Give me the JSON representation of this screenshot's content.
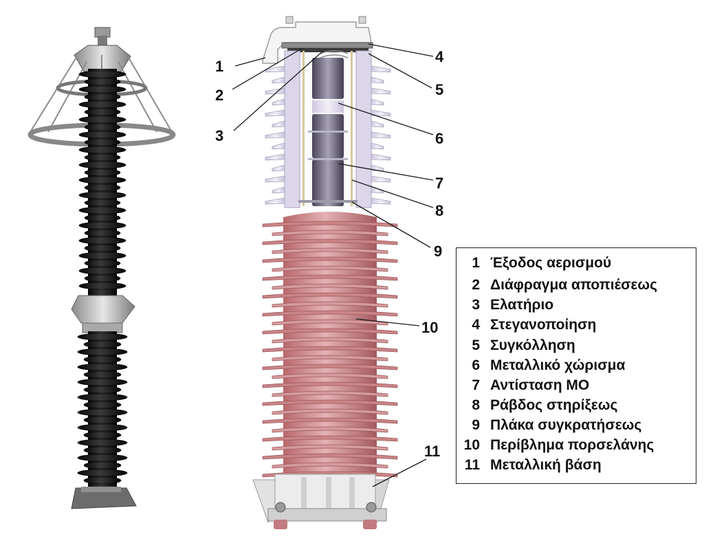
{
  "callouts": [
    {
      "num": "1"
    },
    {
      "num": "2"
    },
    {
      "num": "3"
    },
    {
      "num": "4"
    },
    {
      "num": "5"
    },
    {
      "num": "6"
    },
    {
      "num": "7"
    },
    {
      "num": "8"
    },
    {
      "num": "9"
    },
    {
      "num": "10"
    },
    {
      "num": "11"
    }
  ],
  "legend": [
    {
      "num": "1",
      "text": "Έξοδος αερισμού"
    },
    {
      "num": "2",
      "text": "Διάφραγμα αποπιέσεως"
    },
    {
      "num": "3",
      "text": "Ελατήριο"
    },
    {
      "num": "4",
      "text": "Στεγανοποίηση"
    },
    {
      "num": "5",
      "text": "Συγκόλληση"
    },
    {
      "num": "6",
      "text": "Μεταλλικό χώρισμα"
    },
    {
      "num": "7",
      "text": "Αντίσταση ΜΟ"
    },
    {
      "num": "8",
      "text": "Ράβδος στηρίξεως"
    },
    {
      "num": "9",
      "text": "Πλάκα συγκρατήσεως"
    },
    {
      "num": "10",
      "text": "Περίβλημα πορσελάνης"
    },
    {
      "num": "11",
      "text": "Μεταλλική βάση"
    }
  ],
  "colors": {
    "porcelain": "#c98486",
    "porcelain_dark": "#9e5a5e",
    "upper_shed": "#dcd6ea",
    "black_insulator": "#1a1a1a",
    "metal": "#b8b8b8",
    "mo_block": "#6a6478"
  }
}
